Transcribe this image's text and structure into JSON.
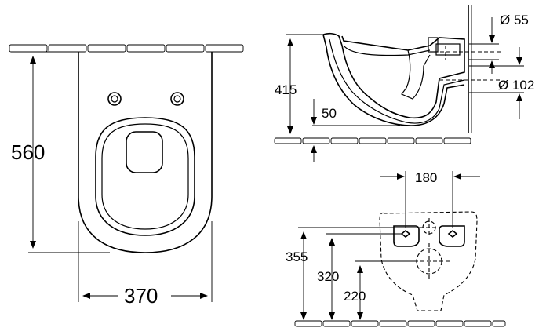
{
  "front_view": {
    "height_label": "560",
    "width_label": "370"
  },
  "side_view": {
    "height_label": "415",
    "offset_label": "50",
    "pipe_top_label": "Ø 55",
    "pipe_bottom_label": "Ø 102"
  },
  "rear_view": {
    "fixing_spacing_label": "180",
    "level_355_label": "355",
    "level_320_label": "320",
    "level_220_label": "220"
  }
}
